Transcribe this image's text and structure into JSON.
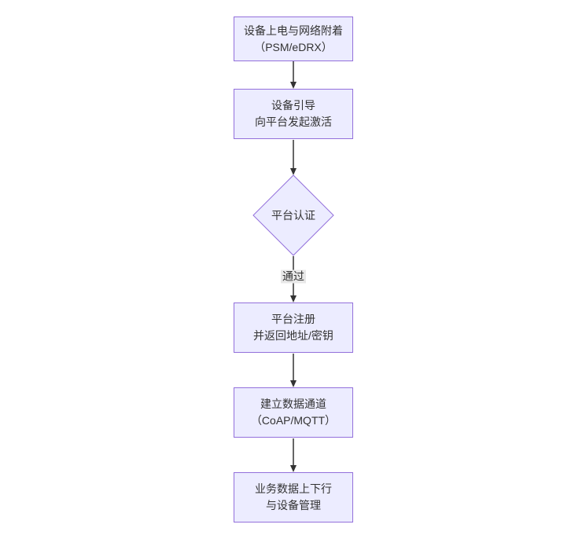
{
  "diagram": {
    "type": "flowchart-vertical",
    "nodes": [
      {
        "id": "power-attach",
        "shape": "rect",
        "lines": [
          "设备上电与网络附着",
          "（PSM/eDRX）"
        ]
      },
      {
        "id": "bootstrap",
        "shape": "rect",
        "lines": [
          "设备引导",
          "向平台发起激活"
        ]
      },
      {
        "id": "platform-auth",
        "shape": "diamond",
        "lines": [
          "平台认证"
        ]
      },
      {
        "id": "register",
        "shape": "rect",
        "lines": [
          "平台注册",
          "并返回地址/密钥"
        ]
      },
      {
        "id": "data-channel",
        "shape": "rect",
        "lines": [
          "建立数据通道",
          "（CoAP/MQTT）"
        ]
      },
      {
        "id": "business-mgmt",
        "shape": "rect",
        "lines": [
          "业务数据上下行",
          "与设备管理"
        ]
      }
    ],
    "edges": [
      {
        "from": "power-attach",
        "to": "bootstrap",
        "label": ""
      },
      {
        "from": "bootstrap",
        "to": "platform-auth",
        "label": ""
      },
      {
        "from": "platform-auth",
        "to": "register",
        "label": "通过"
      },
      {
        "from": "register",
        "to": "data-channel",
        "label": ""
      },
      {
        "from": "data-channel",
        "to": "business-mgmt",
        "label": ""
      }
    ],
    "colors": {
      "node_fill": "#ECECFF",
      "node_border": "#9370DB",
      "text_color": "#333333",
      "arrow_color": "#333333",
      "edge_label_bg": "#e8e8e8",
      "background": "#ffffff"
    }
  }
}
